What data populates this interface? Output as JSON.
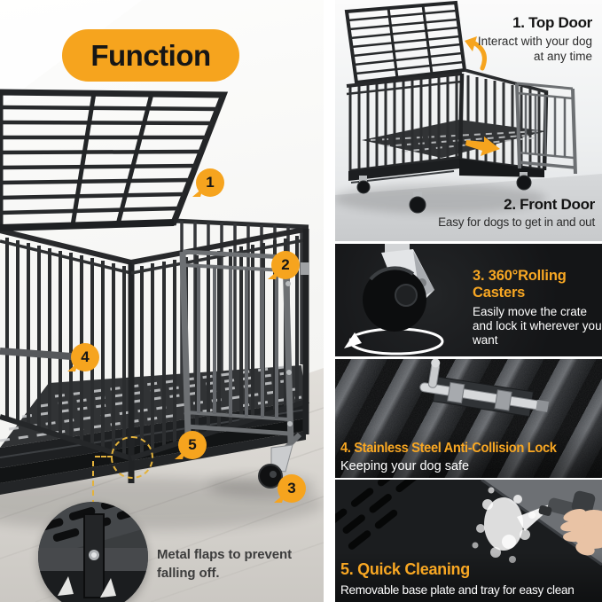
{
  "badge": {
    "label": "Function"
  },
  "callout_numbers": [
    "1",
    "2",
    "3",
    "4",
    "5"
  ],
  "features": [
    {
      "title": "1. Top Door",
      "desc": "Interact with your dog at any time"
    },
    {
      "title": "2. Front Door",
      "desc": "Easy for dogs to get in and out"
    },
    {
      "title": "3. 360°Rolling Casters",
      "desc": "Easily move the crate and lock it wherever you want"
    },
    {
      "title": "4. Stainless Steel Anti-Collision Lock",
      "desc": "Keeping your dog safe"
    },
    {
      "title": "5. Quick Cleaning",
      "desc": "Removable base plate and tray for easy clean"
    }
  ],
  "magnifier": {
    "caption": "Metal flaps to prevent falling off."
  },
  "colors": {
    "accent": "#F6A41E",
    "heading_orange": "#F8A723",
    "panel_dark": "#17181A"
  }
}
